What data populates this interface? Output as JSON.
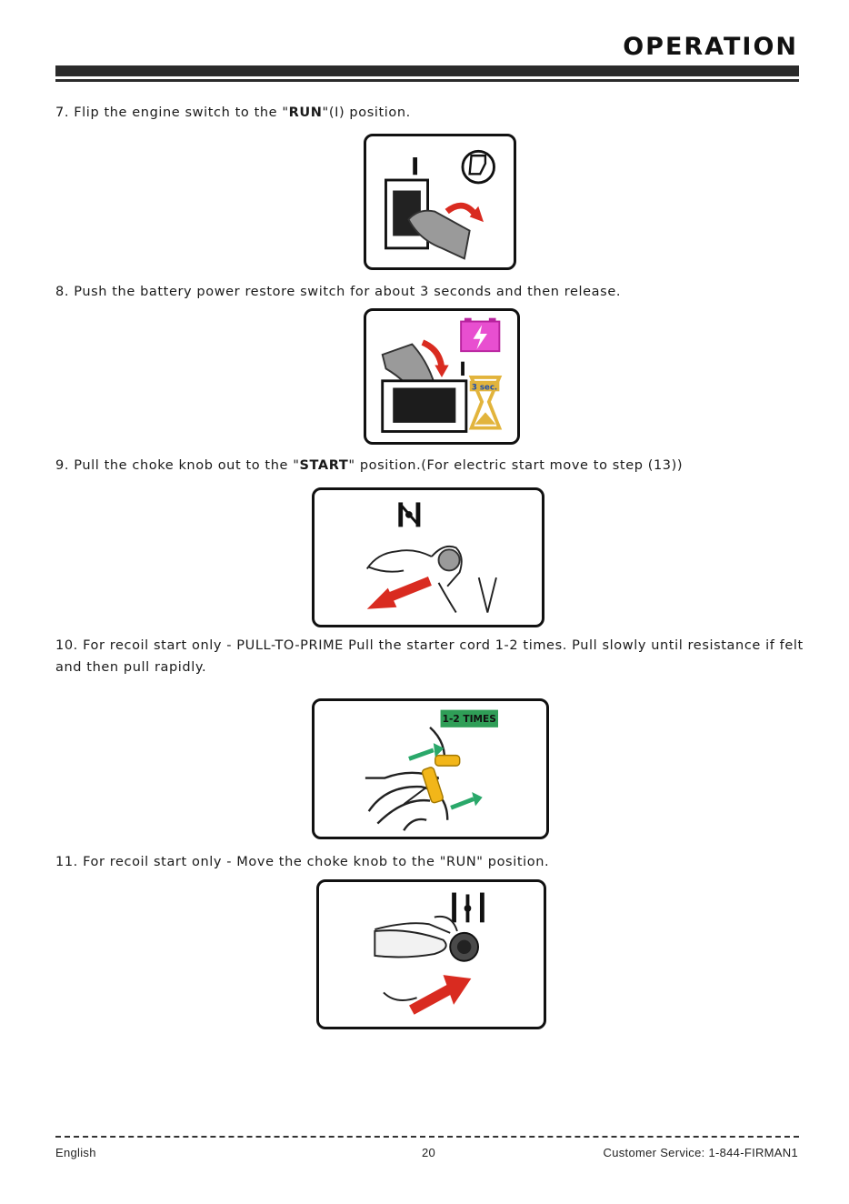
{
  "header": {
    "title": "OPERATION"
  },
  "steps": [
    {
      "pre": "7. Flip the engine switch to the \"",
      "strong": "RUN",
      "post": "\"(I) position."
    },
    {
      "text": "8. Push the battery power restore switch for about 3 seconds and then release."
    },
    {
      "pre": "9. Pull the choke knob out to the \"",
      "strong": "START",
      "post": "\" position.(For electric start move to step (13))"
    },
    {
      "text": "10. For recoil start only - PULL-TO-PRIME Pull the starter cord 1-2 times. Pull slowly until resistance if felt and then pull rapidly."
    },
    {
      "text": "11. For recoil start only - Move the choke knob to the \"RUN\" position."
    }
  ],
  "figures": {
    "run_switch": {
      "switch_mark": "I"
    },
    "battery_restore": {
      "timer_label": "3 sec."
    },
    "recoil": {
      "badge": "1-2 TIMES"
    }
  },
  "colors": {
    "red_arrow": "#d92b20",
    "battery_magenta": "#e84fd0",
    "hourglass_gold": "#e2b43c",
    "green_arrow": "#2aa86a",
    "handle_yellow": "#f2b619",
    "badge_green": "#2f9e57"
  },
  "footer": {
    "language": "English",
    "page_number": "20",
    "service": "Customer Service: 1-844-FIRMAN1"
  }
}
